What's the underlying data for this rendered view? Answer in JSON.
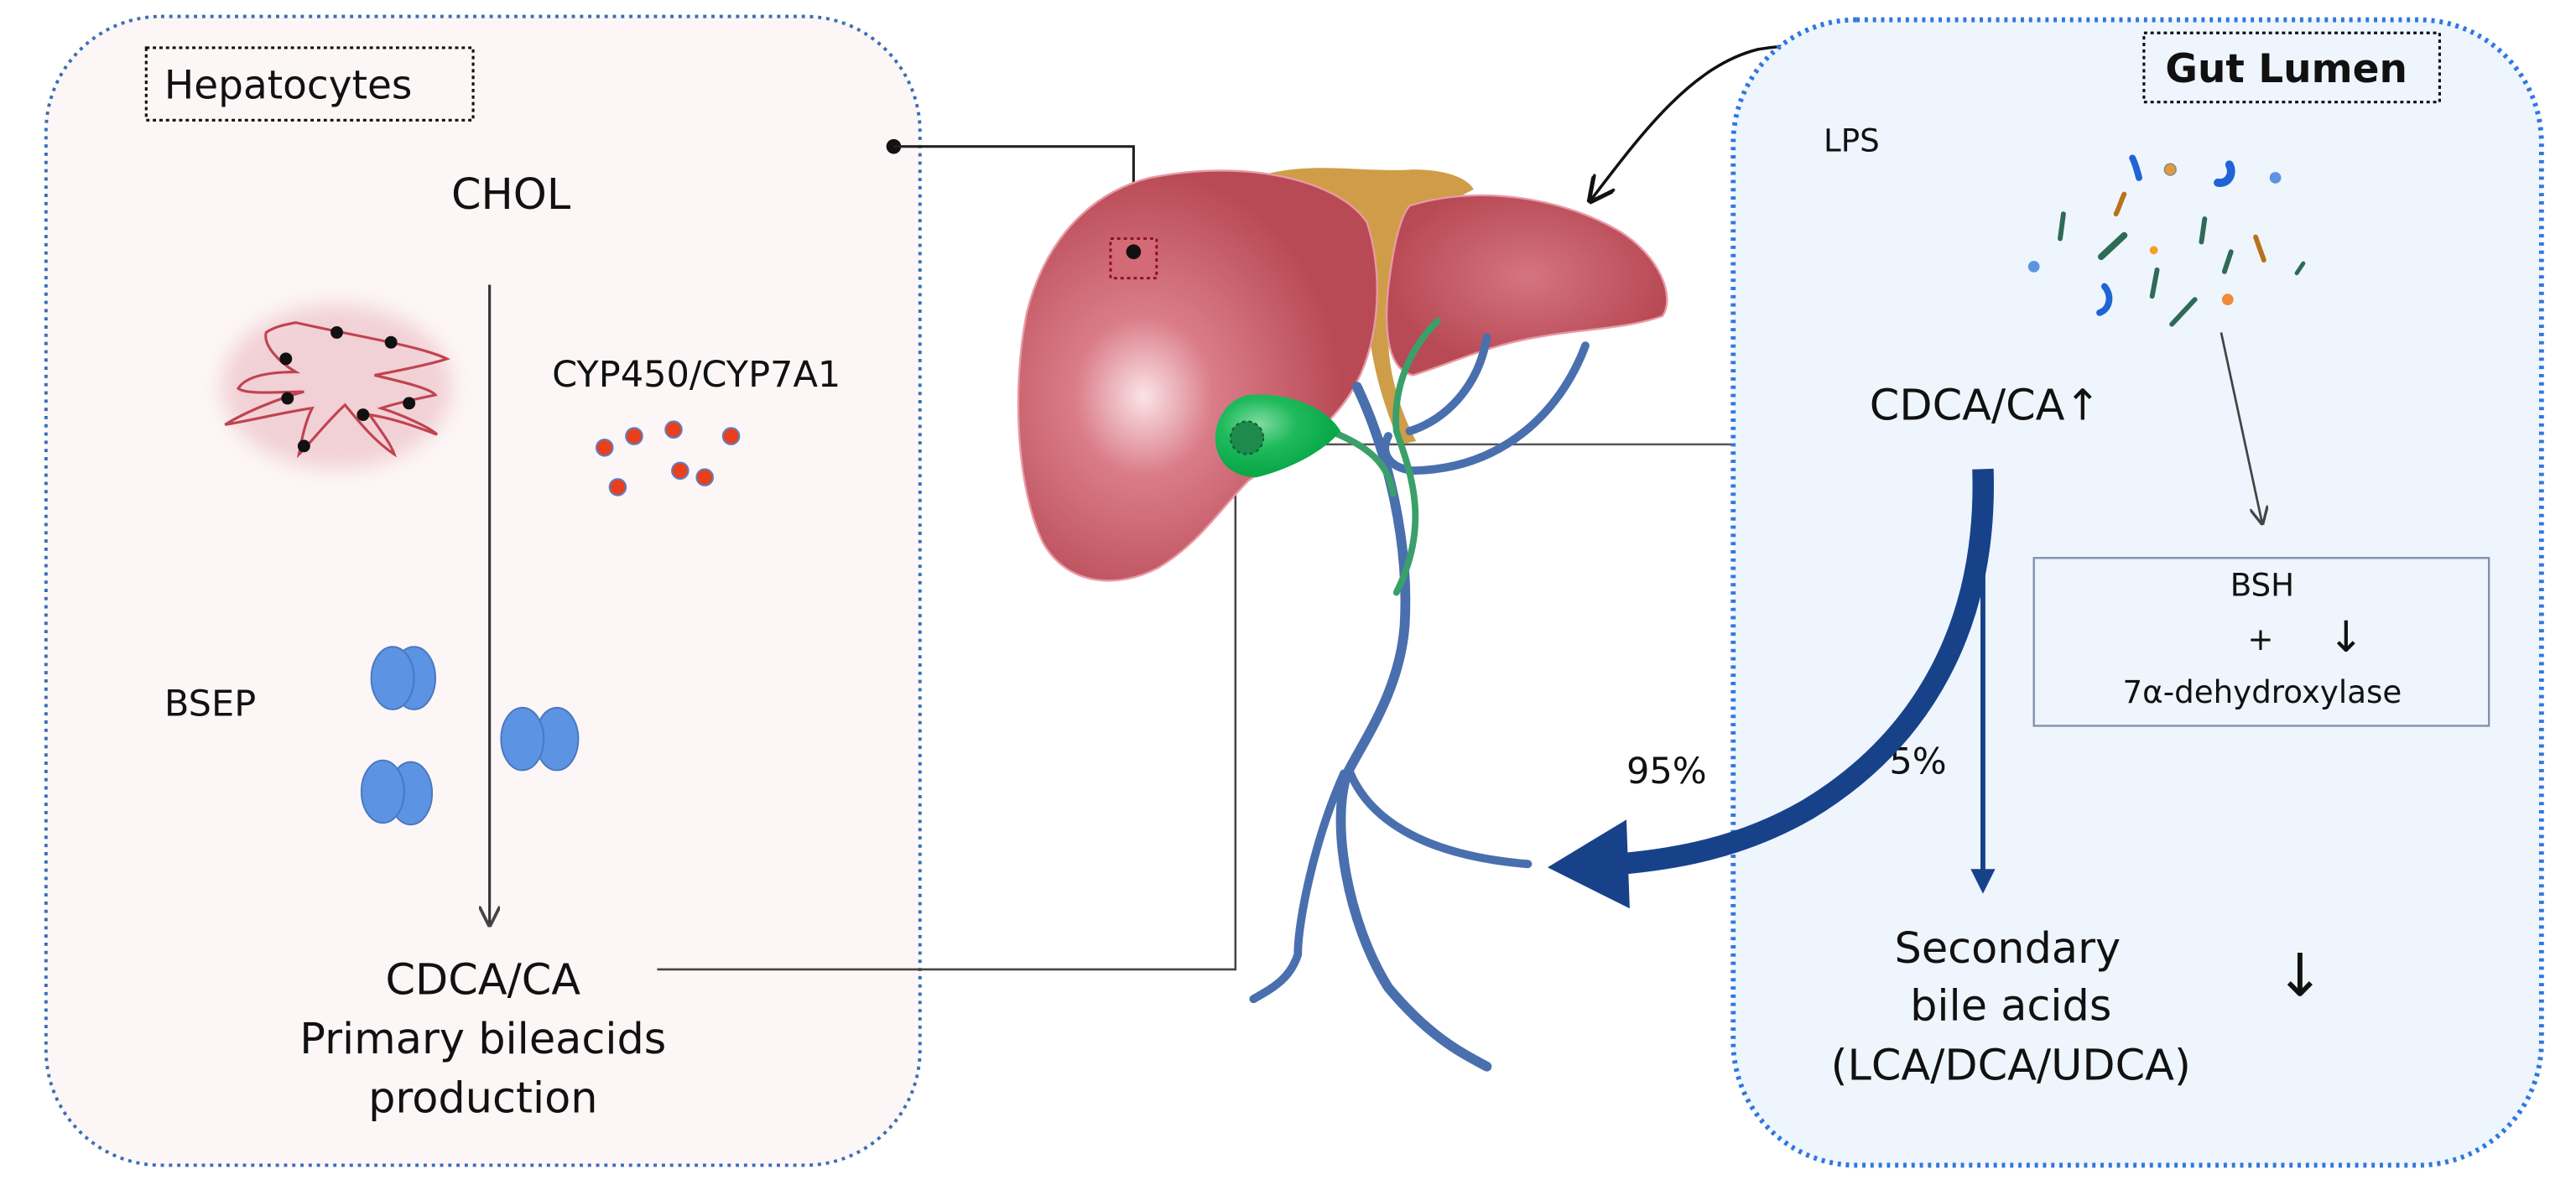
{
  "panels": {
    "hepatocytes": {
      "title": "Hepatocytes",
      "chol": "CHOL",
      "enzyme": "CYP450/CYP7A1",
      "transporter": "BSEP",
      "product_line1": "CDCA/CA",
      "product_line2": "Primary bileacids",
      "product_line3": "production"
    },
    "gut_lumen": {
      "title": "Gut Lumen",
      "lps": "LPS",
      "bile_acids_up": "CDCA/CA↑",
      "enzyme_box_line1": "BSH",
      "enzyme_box_plus": "+",
      "enzyme_box_down": "↓",
      "enzyme_box_line2": "7α-dehydroxylase",
      "secondary_line1": "Secondary",
      "secondary_line2": "bile acids",
      "secondary_line3": "(LCA/DCA/UDCA)",
      "secondary_down": "↓"
    }
  },
  "flows": {
    "reabsorbed_pct": "95%",
    "converted_pct": "5%"
  },
  "colors": {
    "hepatocyte_bg": "#fdf6f6",
    "gut_bg": "#eef5fc",
    "panel_border_left": "#3a6fb5",
    "panel_border_right": "#2f78e0",
    "liver": "#b84a55",
    "liver_highlight": "#f5d2d8",
    "ligament": "#cf9d48",
    "gallbladder": "#09b04e",
    "vessel": "#4a6fae",
    "bile_duct": "#3aa06a",
    "flow_arrow": "#17428a",
    "cyp_dot": "#e8401c",
    "bsep": "#5d93e3"
  }
}
